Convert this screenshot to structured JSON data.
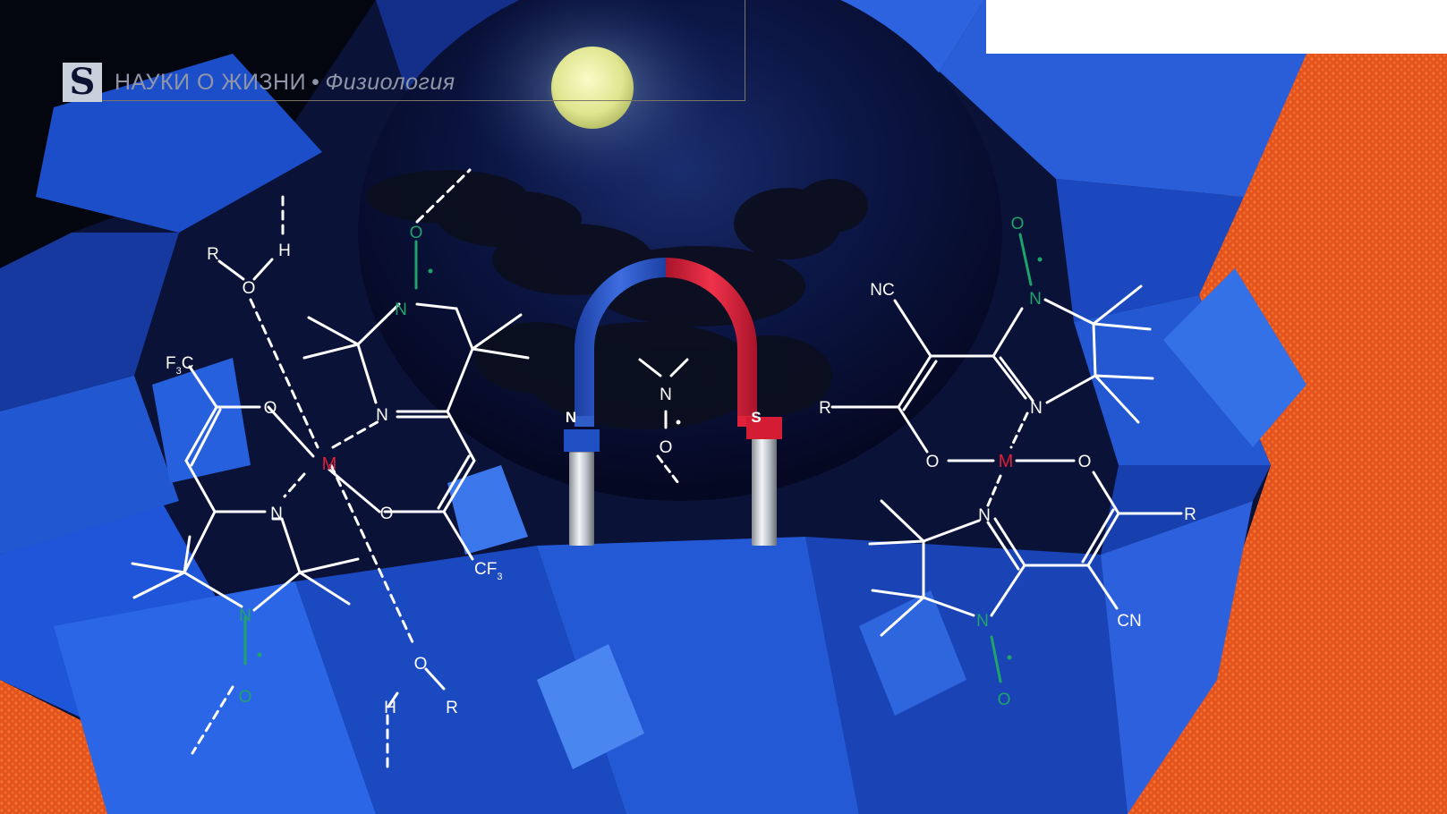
{
  "header": {
    "logo_letter": "S",
    "section": "НАУКИ О ЖИЗНИ",
    "separator": "•",
    "subsection": "Физиология"
  },
  "colors": {
    "accent_red": "#e01e36",
    "accent_green": "#1fa36b",
    "magnet_blue": "#2f5cc7",
    "magnet_red": "#e0233b",
    "background_orange": "#ea5a22",
    "crystal_blue": "#1e4fd0"
  },
  "magnet": {
    "pole_left": "N",
    "pole_right": "S",
    "center_atoms": {
      "n": "N",
      "o": "O"
    }
  },
  "left_complex": {
    "metal": "M",
    "atoms": {
      "r_top": "R",
      "h_top": "H",
      "o_water_top": "O",
      "o_nitroxide_top": "O",
      "n_nitroxide_top": "N",
      "f3c_base": "F",
      "f3c_sub": "3",
      "f3c_tail": "C",
      "o_left": "O",
      "n_imine_top": "N",
      "n_imine_left": "N",
      "o_right": "O",
      "cf3_base": "CF",
      "cf3_sub": "3",
      "n_nitroxide_bottom": "N",
      "o_nitroxide_bottom": "O",
      "o_water_bottom": "O",
      "h_bottom": "H",
      "r_bottom": "R"
    }
  },
  "right_complex": {
    "metal": "M",
    "atoms": {
      "o_nitroxide_top": "O",
      "n_nitroxide_top": "N",
      "nc": "NC",
      "r_left": "R",
      "n_imine_top": "N",
      "o_left": "O",
      "o_right": "O",
      "r_right": "R",
      "n_imine_bottom": "N",
      "cn": "CN",
      "n_nitroxide_bottom": "N",
      "o_nitroxide_bottom": "O"
    }
  }
}
